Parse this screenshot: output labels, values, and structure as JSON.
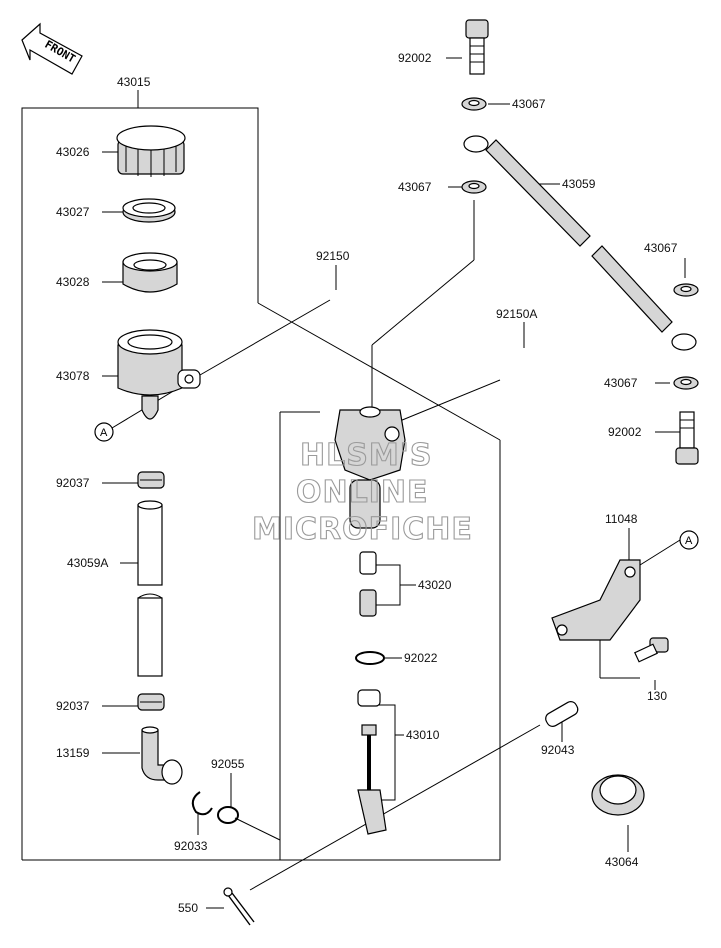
{
  "direction_arrow": "FRONT",
  "watermark": [
    "HLSM'S",
    "ONLINE",
    "MICROFICHE"
  ],
  "callout_letter": "A",
  "parts": {
    "p43015": "43015",
    "p43026": "43026",
    "p43027": "43027",
    "p43028": "43028",
    "p43078": "43078",
    "p92150": "92150",
    "p92037_top": "92037",
    "p43059A": "43059A",
    "p92037_bottom": "92037",
    "p13159": "13159",
    "p92055": "92055",
    "p92033": "92033",
    "p92002_top": "92002",
    "p43067_1": "43067",
    "p43067_2": "43067",
    "p43059": "43059",
    "p43067_3": "43067",
    "p92150A": "92150A",
    "p43067_4": "43067",
    "p92002_bottom": "92002",
    "p11048": "11048",
    "p43020": "43020",
    "p92022": "92022",
    "p130": "130",
    "p43010": "43010",
    "p92043": "92043",
    "p43064": "43064",
    "p550": "550"
  }
}
